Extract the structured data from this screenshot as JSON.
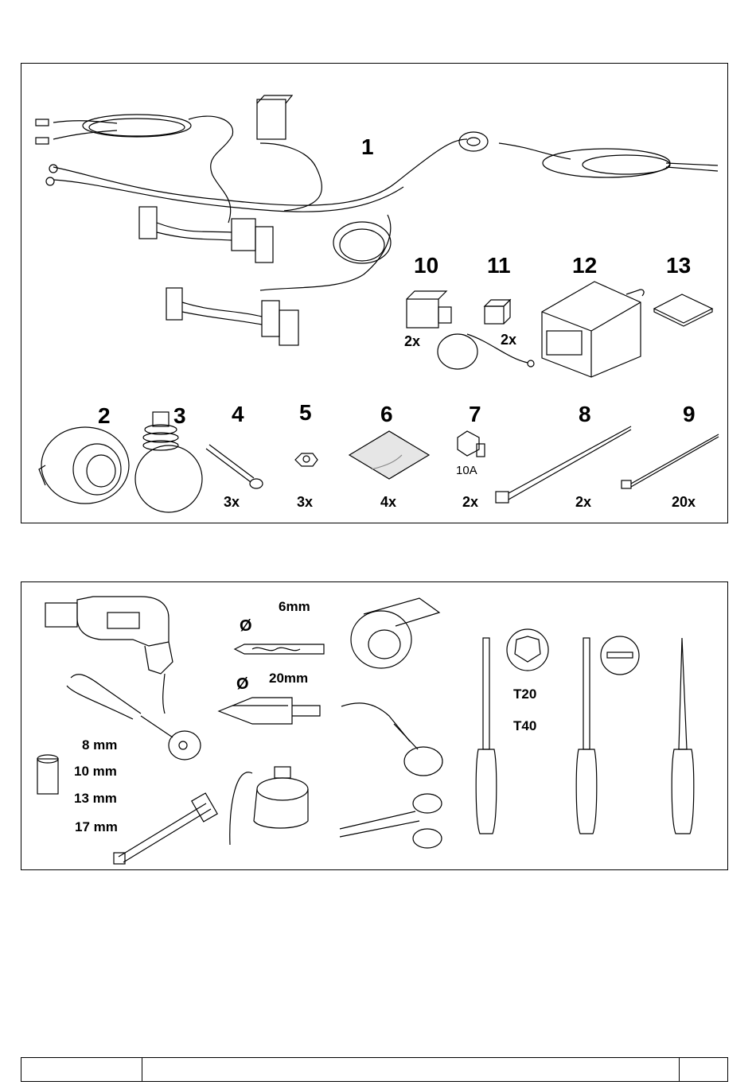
{
  "parts": {
    "numbers": [
      "1",
      "2",
      "3",
      "4",
      "5",
      "6",
      "7",
      "8",
      "9",
      "10",
      "11",
      "12",
      "13"
    ],
    "quantities": {
      "p4": "3x",
      "p5": "3x",
      "p6": "4x",
      "p7": "2x",
      "p8": "2x",
      "p9": "20x",
      "p10": "2x",
      "p11": "2x"
    },
    "fuse_rating": "10A"
  },
  "tools": {
    "drill_bit_small": "6mm",
    "drill_bit_large": "20mm",
    "diameter_symbol": "Ø",
    "socket_sizes": [
      "8 mm",
      "10 mm",
      "13 mm",
      "17 mm"
    ],
    "torx_sizes": [
      "T20",
      "T40"
    ]
  },
  "icons": {
    "parts": [
      "wiring-harness-icon",
      "socket-icon",
      "socket-seal-icon",
      "bolt-icon",
      "nut-icon",
      "adhesive-pad-icon",
      "fuse-icon",
      "cable-tie-large-icon",
      "cable-tie-small-icon",
      "connector-icon",
      "connector-cap-icon",
      "control-module-icon",
      "pad-icon"
    ],
    "tools": [
      "drill-icon",
      "drill-bit-icon",
      "step-drill-icon",
      "ratchet-icon",
      "socket-icon",
      "extension-icon",
      "vacuum-icon",
      "tape-icon",
      "wire-pull-icon",
      "scissors-icon",
      "torx-screwdriver-icon",
      "flat-screwdriver-icon",
      "awl-icon"
    ]
  }
}
